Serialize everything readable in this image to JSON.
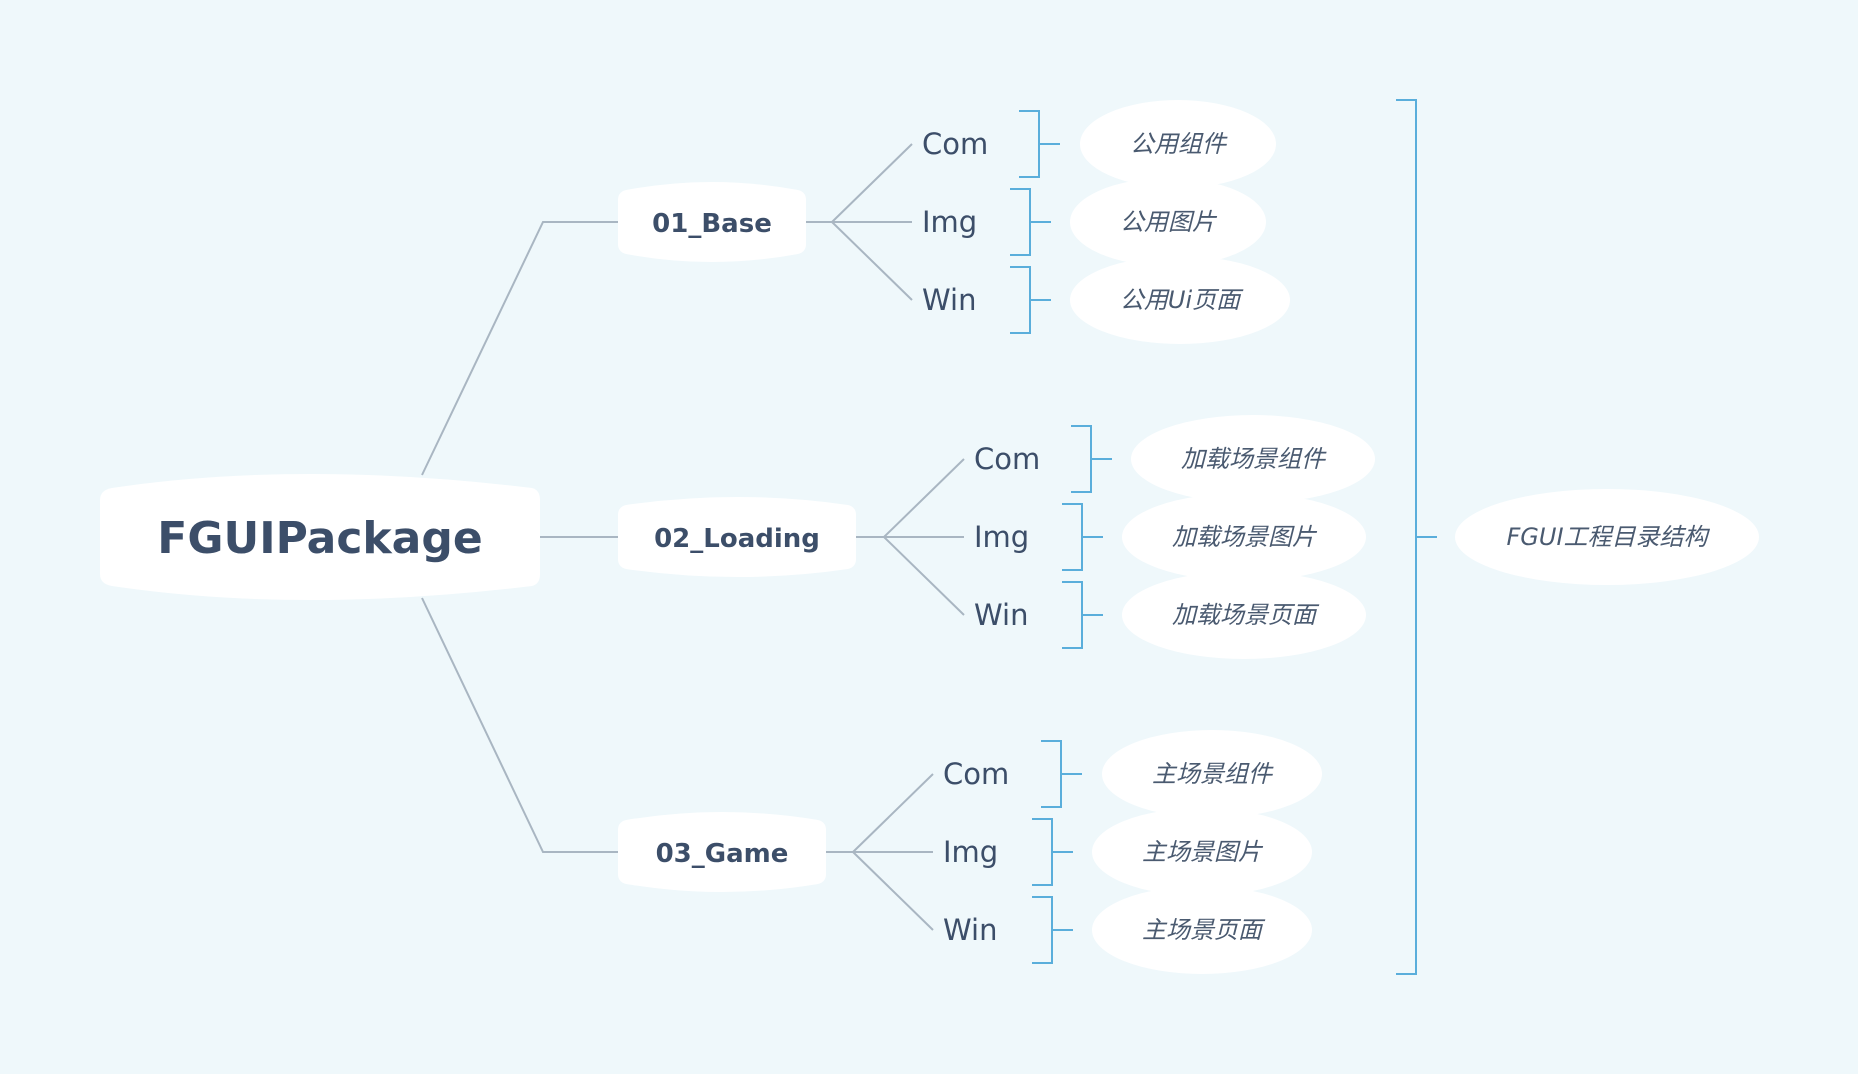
{
  "root": {
    "label": "FGUIPackage"
  },
  "branches": [
    {
      "label": "01_Base",
      "children": [
        {
          "label": "Com",
          "note": "公用组件"
        },
        {
          "label": "Img",
          "note": "公用图片"
        },
        {
          "label": "Win",
          "note": "公用Ui页面"
        }
      ]
    },
    {
      "label": "02_Loading",
      "children": [
        {
          "label": "Com",
          "note": "加载场景组件"
        },
        {
          "label": "Img",
          "note": "加载场景图片"
        },
        {
          "label": "Win",
          "note": "加载场景页面"
        }
      ]
    },
    {
      "label": "03_Game",
      "children": [
        {
          "label": "Com",
          "note": "主场景组件"
        },
        {
          "label": "Img",
          "note": "主场景图片"
        },
        {
          "label": "Win",
          "note": "主场景页面"
        }
      ]
    }
  ],
  "summary": {
    "label": "FGUI工程目录结构"
  },
  "colors": {
    "background": "#eff8fb",
    "node_text": "#3c4e69",
    "connector": "#a9b6c2",
    "brace": "#5aaedb",
    "bubble": "#ffffff"
  }
}
